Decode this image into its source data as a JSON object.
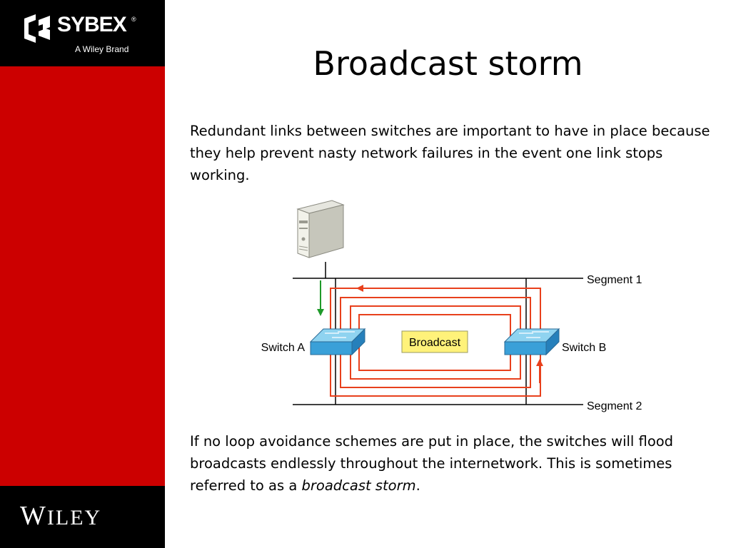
{
  "branding": {
    "sybex_name": "SYBEX",
    "sybex_registered": "®",
    "sybex_tagline": "A Wiley Brand",
    "wiley_first": "W",
    "wiley_rest": "ILEY"
  },
  "slide": {
    "title": "Broadcast storm",
    "para1": "Redundant links between switches are important to have in place because they help prevent nasty network failures in the event one link stops working.",
    "para2_prefix": "If no loop avoidance schemes are put in place, the switches will flood broadcasts endlessly throughout the internetwork. This is sometimes referred to as a ",
    "para2_emphasis": "broadcast storm",
    "para2_suffix": "."
  },
  "diagram": {
    "segment1_label": "Segment 1",
    "segment2_label": "Segment 2",
    "switch_a_label": "Switch A",
    "switch_b_label": "Switch B",
    "broadcast_label": "Broadcast",
    "colors": {
      "loop": "#e8401c",
      "arrow_down": "#1f9a2a",
      "switch_top": "#8fd3f0",
      "switch_front": "#3aa0d8",
      "broadcast_fill": "#fff27a"
    }
  },
  "colors": {
    "sidebar_red": "#cc0000",
    "logo_black": "#000000"
  }
}
